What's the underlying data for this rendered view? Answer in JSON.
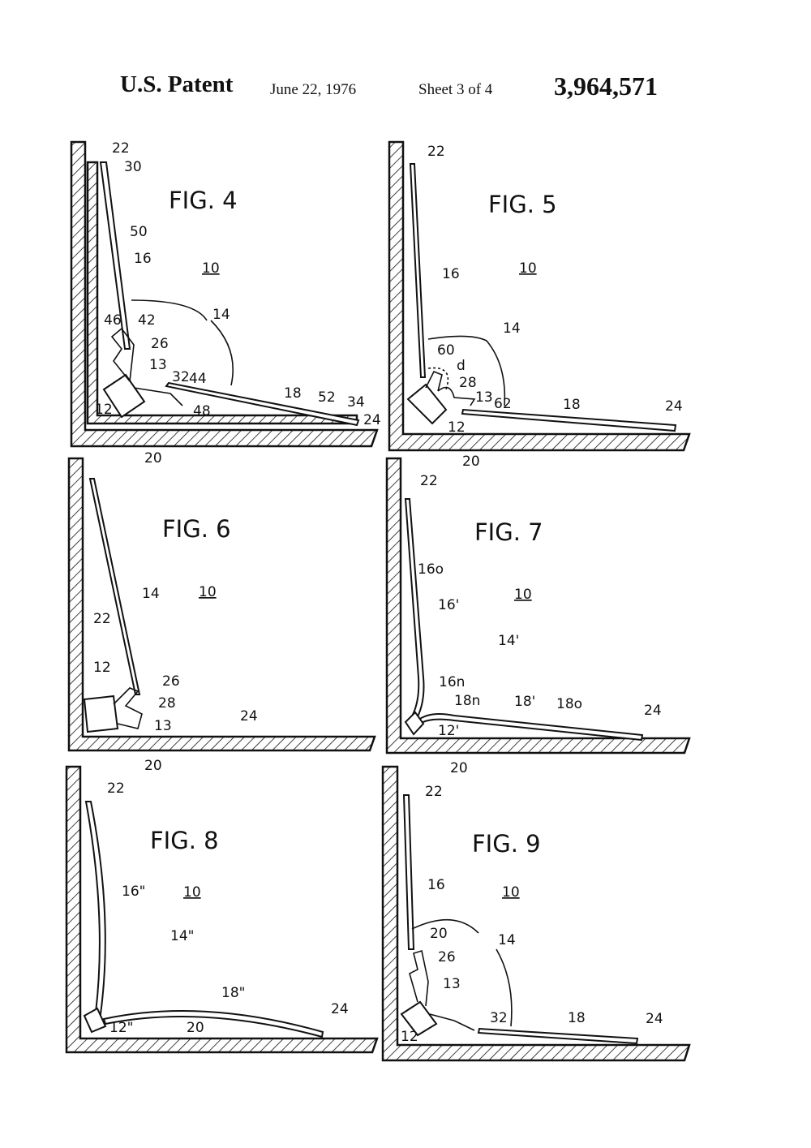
{
  "header": {
    "office": "U.S. Patent",
    "date": "June 22, 1976",
    "sheet": "Sheet 3 of 4",
    "patent_number": "3,964,571"
  },
  "figures": [
    {
      "title": "FIG. 4",
      "labels": [
        "22",
        "30",
        "50",
        "16",
        "10",
        "14",
        "46",
        "42",
        "26",
        "13",
        "32",
        "44",
        "18",
        "52",
        "34",
        "24",
        "12",
        "48",
        "20"
      ]
    },
    {
      "title": "FIG. 5",
      "labels": [
        "22",
        "16",
        "10",
        "14",
        "60",
        "d",
        "28",
        "13",
        "62",
        "18",
        "24",
        "12",
        "20"
      ]
    },
    {
      "title": "FIG. 6",
      "labels": [
        "22",
        "14",
        "10",
        "12",
        "26",
        "28",
        "13",
        "24",
        "20"
      ]
    },
    {
      "title": "FIG. 7",
      "labels": [
        "22",
        "16o",
        "16'",
        "10",
        "14'",
        "16n",
        "18n",
        "18'",
        "18o",
        "24",
        "12'",
        "20"
      ]
    },
    {
      "title": "FIG. 8",
      "labels": [
        "22",
        "16\"",
        "10",
        "14\"",
        "18\"",
        "12\"",
        "20",
        "24"
      ]
    },
    {
      "title": "FIG. 9",
      "labels": [
        "22",
        "16",
        "10",
        "20",
        "14",
        "26",
        "13",
        "32",
        "18",
        "24",
        "12"
      ]
    }
  ]
}
